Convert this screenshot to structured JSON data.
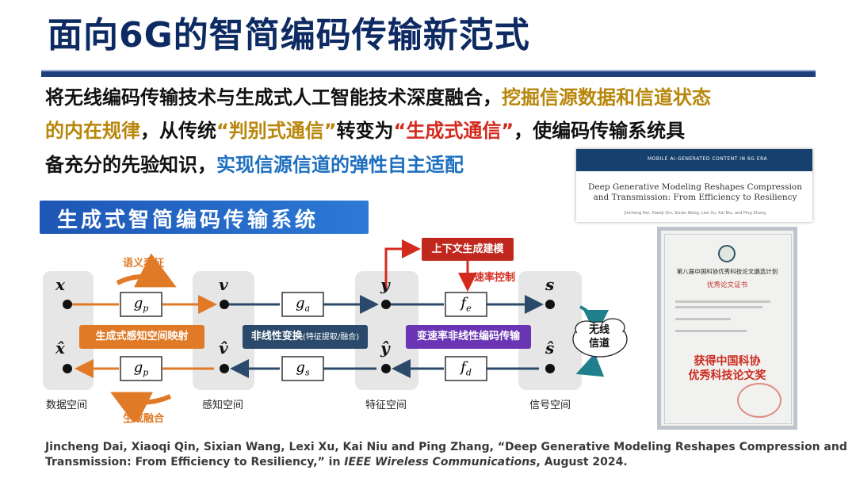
{
  "title": "面向6G的智简编码传输新范式",
  "intro": {
    "line1_black": "将无线编码传输技术与生成式人工智能技术深度融合，",
    "line1_gold": "挖掘信源数据和信道状态",
    "line2_gold": "的内在规律",
    "line2_black1": "，从传统",
    "line2_gold2": "“判别式通信”",
    "line2_black2": "转变为",
    "line2_red": "“生成式通信”",
    "line2_black3": "，使编码传输系统具",
    "line3_black": "备充分的先验知识，",
    "line3_blue": "实现信源信道的弹性自主适配"
  },
  "system_banner": "生成式智简编码传输系统",
  "diagram": {
    "spaces": [
      "数据空间",
      "感知空间",
      "特征空间",
      "信号空间"
    ],
    "top_vars": [
      "x",
      "v",
      "y",
      "s"
    ],
    "bottom_vars": [
      "x̂",
      "v̂",
      "ŷ",
      "ŝ"
    ],
    "functions": {
      "gp_top": "g",
      "gp_top_sub": "p",
      "ga": "g",
      "ga_sub": "a",
      "fe": "f",
      "fe_sub": "e",
      "gp_bottom": "g",
      "gp_bottom_sub": "p",
      "gs": "g",
      "gs_sub": "s",
      "fd": "f",
      "fd_sub": "d"
    },
    "labels": {
      "semantic": "语义表征",
      "generative_fusion": "生成融合",
      "mapping": "生成式感知空间映射",
      "nonlinear_main": "非线性变换",
      "nonlinear_note": "(特征提取/融合)",
      "variable_rate": "变速率非线性编码传输",
      "context_model": "上下文生成建模",
      "rate_control": "速率控制",
      "wireless": "无线信道"
    },
    "colors": {
      "orange": "#e07a26",
      "navy": "#2b4a6b",
      "purple": "#6a35b4",
      "teal": "#1f7f8a",
      "red": "#d42a1e"
    }
  },
  "paper": {
    "band": "MOBILE AI-GENERATED CONTENT IN 6G ERA",
    "title": "Deep Generative Modeling Reshapes Compression and Transmission: From Efficiency to Resiliency",
    "authors": "Jincheng Dai, Xiaoqi Qin, Sixian Wang, Lexi Xu, Kai Niu, and Ping Zhang"
  },
  "certificate": {
    "heading": "第八届中国科协优秀科技论文遴选计划",
    "subheading": "优秀论文证书",
    "award_line1": "获得中国科协",
    "award_line2": "优秀科技论文奖"
  },
  "citation": {
    "line1": "Jincheng Dai, Xiaoqi Qin, Sixian Wang, Lexi Xu, Kai Niu and Ping Zhang, “Deep Generative Modeling Reshapes Compression and",
    "line2_pre": "Transmission: From Efficiency to Resiliency,” in ",
    "line2_journal": "IEEE Wireless Communications",
    "line2_post": ", August 2024."
  }
}
